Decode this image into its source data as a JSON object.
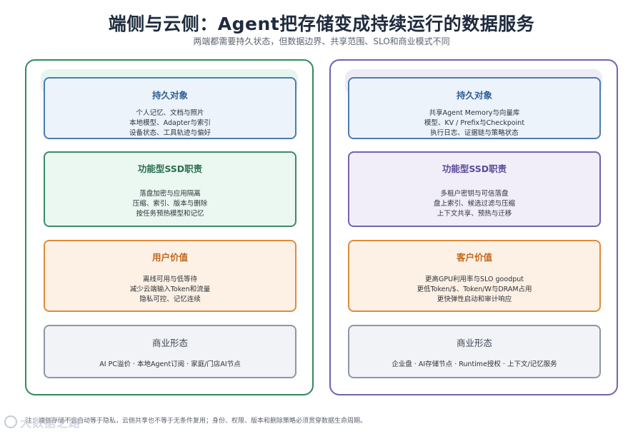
{
  "title": "端侧与云侧：Agent把存储变成持续运行的数据服务",
  "subtitle": "两端都需要持久状态，但数据边界、共享范围、SLO和商业模式不同",
  "left": {
    "persist": {
      "head": "持久对象",
      "lines": [
        "个人记忆、文档与照片",
        "本地模型、Adapter与索引",
        "设备状态、工具轨迹与偏好"
      ]
    },
    "ssd": {
      "head": "功能型SSD职责",
      "lines": [
        "落盘加密与应用隔离",
        "压缩、索引、版本与删除",
        "按任务预热模型和记忆"
      ]
    },
    "value": {
      "head": "用户价值",
      "lines": [
        "离线可用与低等待",
        "减少云端输入Token和流量",
        "隐私可控、记忆连续"
      ]
    },
    "business": {
      "head": "商业形态",
      "lines": [
        "AI PC溢价 · 本地Agent订阅 · 家庭/门店AI节点"
      ]
    }
  },
  "right": {
    "persist": {
      "head": "持久对象",
      "lines": [
        "共享Agent Memory与向量库",
        "模型、KV / Prefix与Checkpoint",
        "执行日志、证据链与策略状态"
      ]
    },
    "ssd": {
      "head": "功能型SSD职责",
      "lines": [
        "多租户密钥与可信落盘",
        "盘上索引、候选过滤与压缩",
        "上下文共享、预热与迁移"
      ]
    },
    "value": {
      "head": "客户价值",
      "lines": [
        "更高GPU利用率与SLO goodput",
        "更低Token/$、Token/W与DRAM占用",
        "更快弹性启动和审计响应"
      ]
    },
    "business": {
      "head": "商业形态",
      "lines": [
        "企业盘 · AI存储节点 · Runtime授权 · 上下文/记忆服务"
      ]
    }
  },
  "footnote": "注：端侧存储不会自动等于隐私，云侧共享也不等于无条件复用；身份、权限、版本和删除策略必须贯穿数据生命周期。",
  "watermark": "大数据之路",
  "colors": {
    "left_panel_border": "#2f8a5b",
    "right_panel_border": "#7461b0",
    "blue_card": "#4c7bb5",
    "green_card": "#3b8c64",
    "purple_card": "#7561b1",
    "orange_card": "#e08a3a",
    "gray_card": "#8e97a4"
  }
}
